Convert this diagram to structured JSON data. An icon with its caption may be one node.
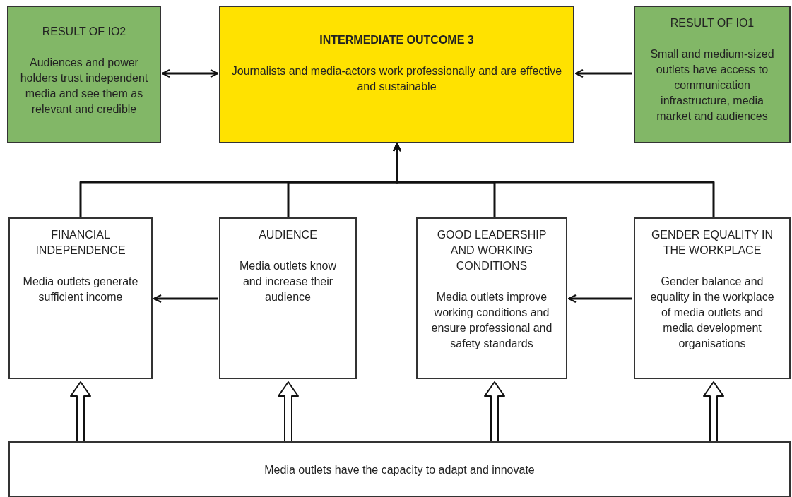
{
  "diagram": {
    "nodes": [
      {
        "text": [
          "RESULT OF IO2",
          "Audiences and power holders trust independent media and see them as relevant and credible"
        ]
      },
      {
        "text": [
          "INTERMEDIATE OUTCOME 3",
          "Journalists and media-actors work professionally and are effective and sustainable"
        ]
      },
      {
        "text": [
          "RESULT OF IO1",
          "Small and medium-sized outlets have access to communication infrastructure, media market and audiences"
        ]
      },
      {
        "text": [
          "FINANCIAL INDEPENDENCE",
          "Media outlets generate sufficient income"
        ]
      },
      {
        "text": [
          "AUDIENCE",
          "Media outlets know and increase their audience"
        ]
      },
      {
        "text": [
          "GOOD LEADERSHIP AND WORKING CONDITIONS",
          "Media outlets improve working conditions and ensure professional and safety standards"
        ]
      },
      {
        "text": [
          "GENDER EQUALITY IN THE WORKPLACE",
          "Gender balance and equality in the workplace of media outlets and media development organisations"
        ]
      },
      {
        "text": [
          "Media outlets have the capacity to adapt and innovate"
        ]
      }
    ],
    "edges": [
      {
        "from": 0,
        "to": 1,
        "arrow": "both"
      },
      {
        "from": 2,
        "to": 1,
        "arrow": "to"
      },
      {
        "from": 3,
        "to": 1,
        "arrow": "to"
      },
      {
        "from": 4,
        "to": 1,
        "arrow": "to"
      },
      {
        "from": 5,
        "to": 1,
        "arrow": "to"
      },
      {
        "from": 6,
        "to": 1,
        "arrow": "to"
      },
      {
        "from": 4,
        "to": 3,
        "arrow": "to"
      },
      {
        "from": 6,
        "to": 5,
        "arrow": "to"
      },
      {
        "from": 7,
        "to": 3,
        "arrow": "to",
        "style": "thick"
      },
      {
        "from": 7,
        "to": 4,
        "arrow": "to",
        "style": "thick"
      },
      {
        "from": 7,
        "to": 5,
        "arrow": "to",
        "style": "thick"
      },
      {
        "from": 7,
        "to": 6,
        "arrow": "to",
        "style": "thick"
      }
    ]
  }
}
